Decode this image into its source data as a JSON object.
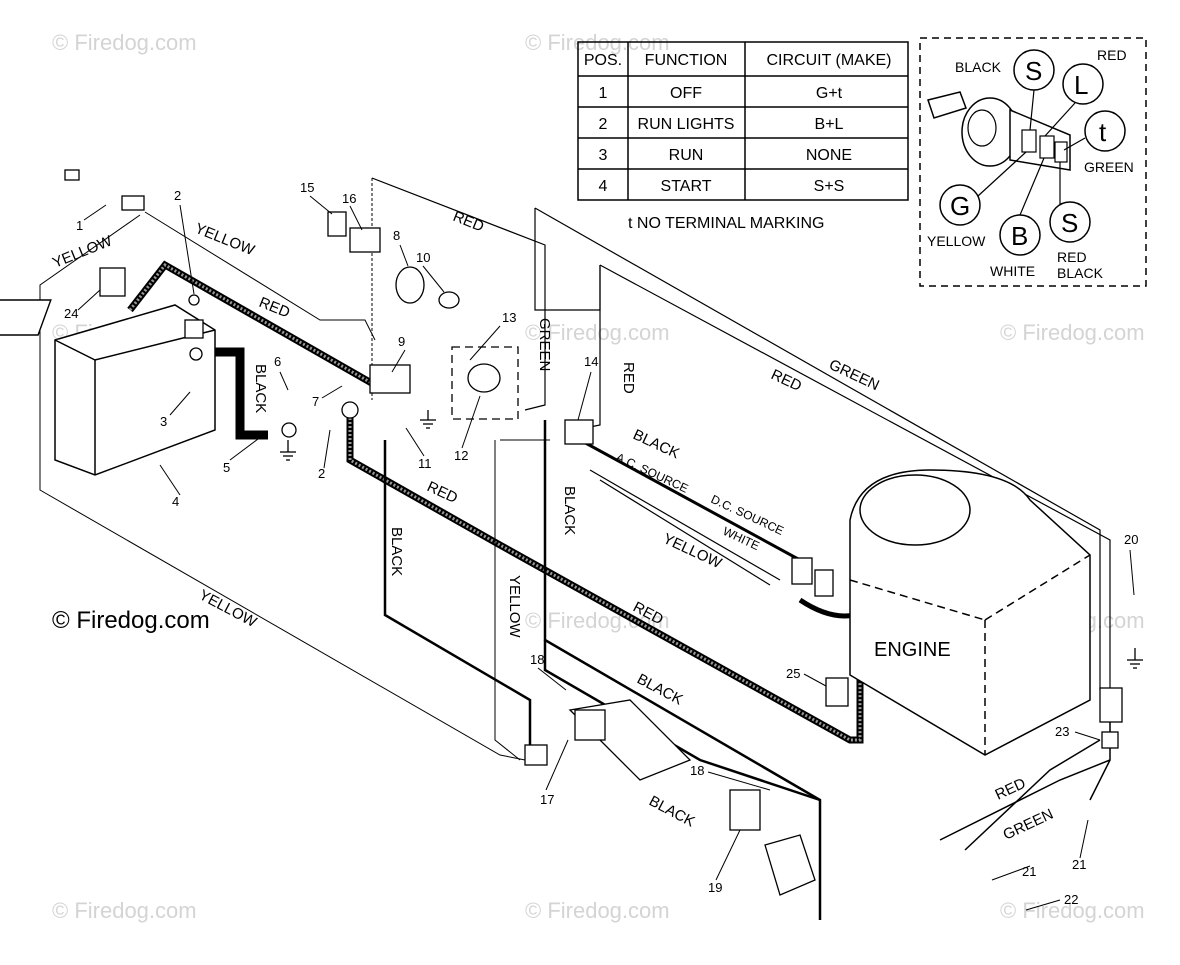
{
  "watermark": "© Firedog.com",
  "table": {
    "headers": [
      "POS.",
      "FUNCTION",
      "CIRCUIT  (MAKE)"
    ],
    "rows": [
      [
        "1",
        "OFF",
        "G+t"
      ],
      [
        "2",
        "RUN LIGHTS",
        "B+L"
      ],
      [
        "3",
        "RUN",
        "NONE"
      ],
      [
        "4",
        "START",
        "S+S"
      ]
    ],
    "note": "t  NO TERMINAL MARKING"
  },
  "switch_detail": {
    "terminals": [
      "S",
      "L",
      "t",
      "G",
      "B",
      "S"
    ],
    "labels": [
      "BLACK",
      "RED",
      "GREEN",
      "YELLOW",
      "WHITE",
      "RED",
      "BLACK"
    ]
  },
  "wire_labels": [
    "YELLOW",
    "YELLOW",
    "RED",
    "BLACK",
    "RED",
    "GREEN",
    "RED",
    "RED",
    "GREEN",
    "BLACK",
    "A.C. SOURCE",
    "D.C. SOURCE",
    "WHITE",
    "YELLOW",
    "BLACK",
    "RED",
    "BLACK",
    "YELLOW",
    "YELLOW",
    "BLACK",
    "BLACK",
    "RED",
    "GREEN"
  ],
  "engine_label": "ENGINE",
  "part_numbers": [
    "1",
    "2",
    "3",
    "4",
    "5",
    "6",
    "7",
    "8",
    "9",
    "10",
    "11",
    "12",
    "13",
    "14",
    "15",
    "16",
    "17",
    "18",
    "18",
    "19",
    "20",
    "21",
    "21",
    "22",
    "23",
    "24",
    "25",
    "2"
  ]
}
